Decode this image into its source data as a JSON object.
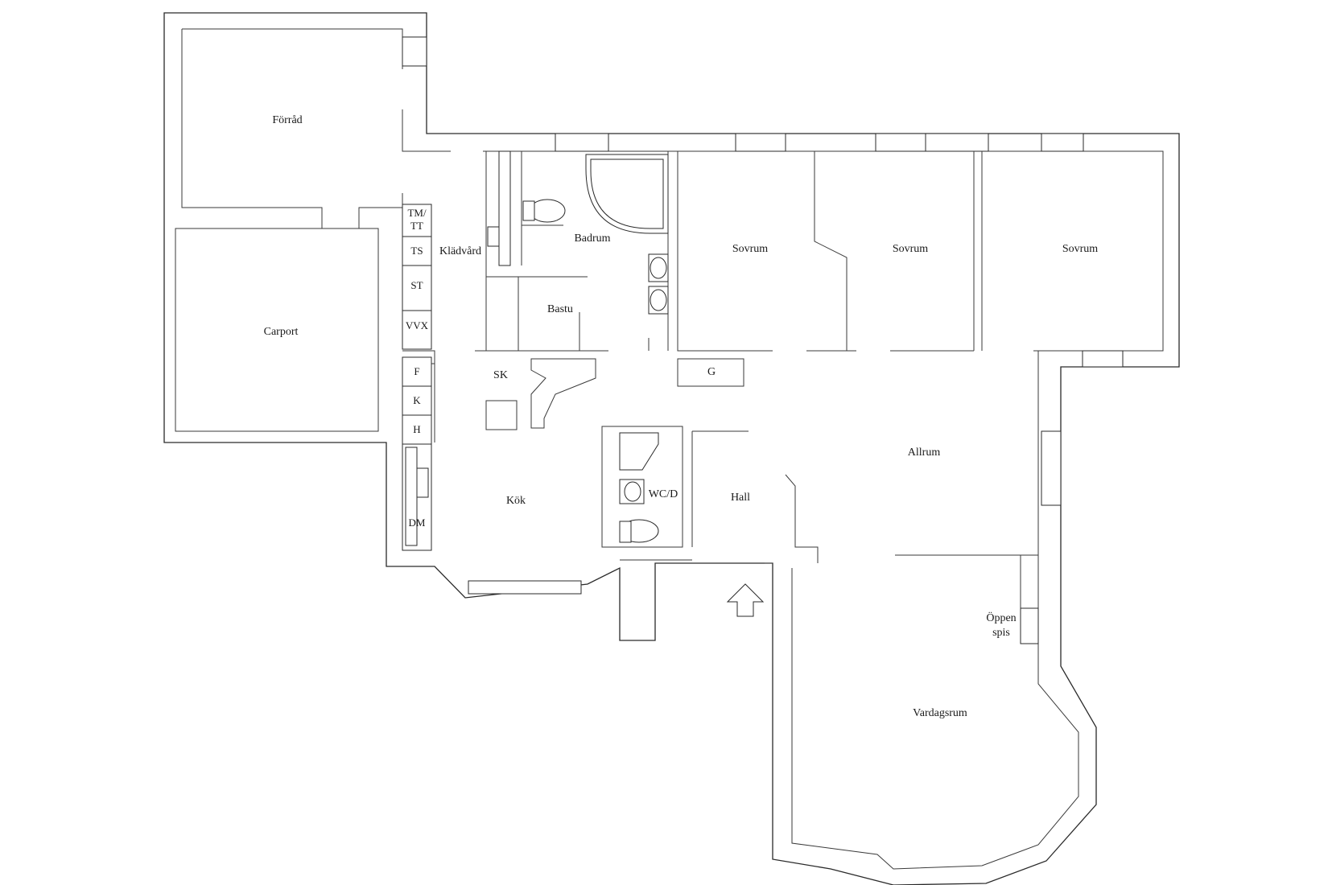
{
  "rooms": {
    "forrad": "Förråd",
    "carport": "Carport",
    "kladvard": "Klädvård",
    "badrum": "Badrum",
    "bastu": "Bastu",
    "sovrum_1": "Sovrum",
    "sovrum_2": "Sovrum",
    "sovrum_3": "Sovrum",
    "sk": "SK",
    "g": "G",
    "allrum": "Allrum",
    "kok": "Kök",
    "wc": "WC/D",
    "hall": "Hall",
    "oppen_spis_1": "Öppen",
    "oppen_spis_2": "spis",
    "vardagsrum": "Vardagsrum"
  },
  "cabinets": {
    "tm_1": "TM/",
    "tm_2": "TT",
    "ts": "TS",
    "st": "ST",
    "vvx": "VVX",
    "f": "F",
    "k": "K",
    "h": "H",
    "dm": "DM"
  },
  "colors": {
    "line": "#2a2a2a",
    "background": "#ffffff"
  }
}
